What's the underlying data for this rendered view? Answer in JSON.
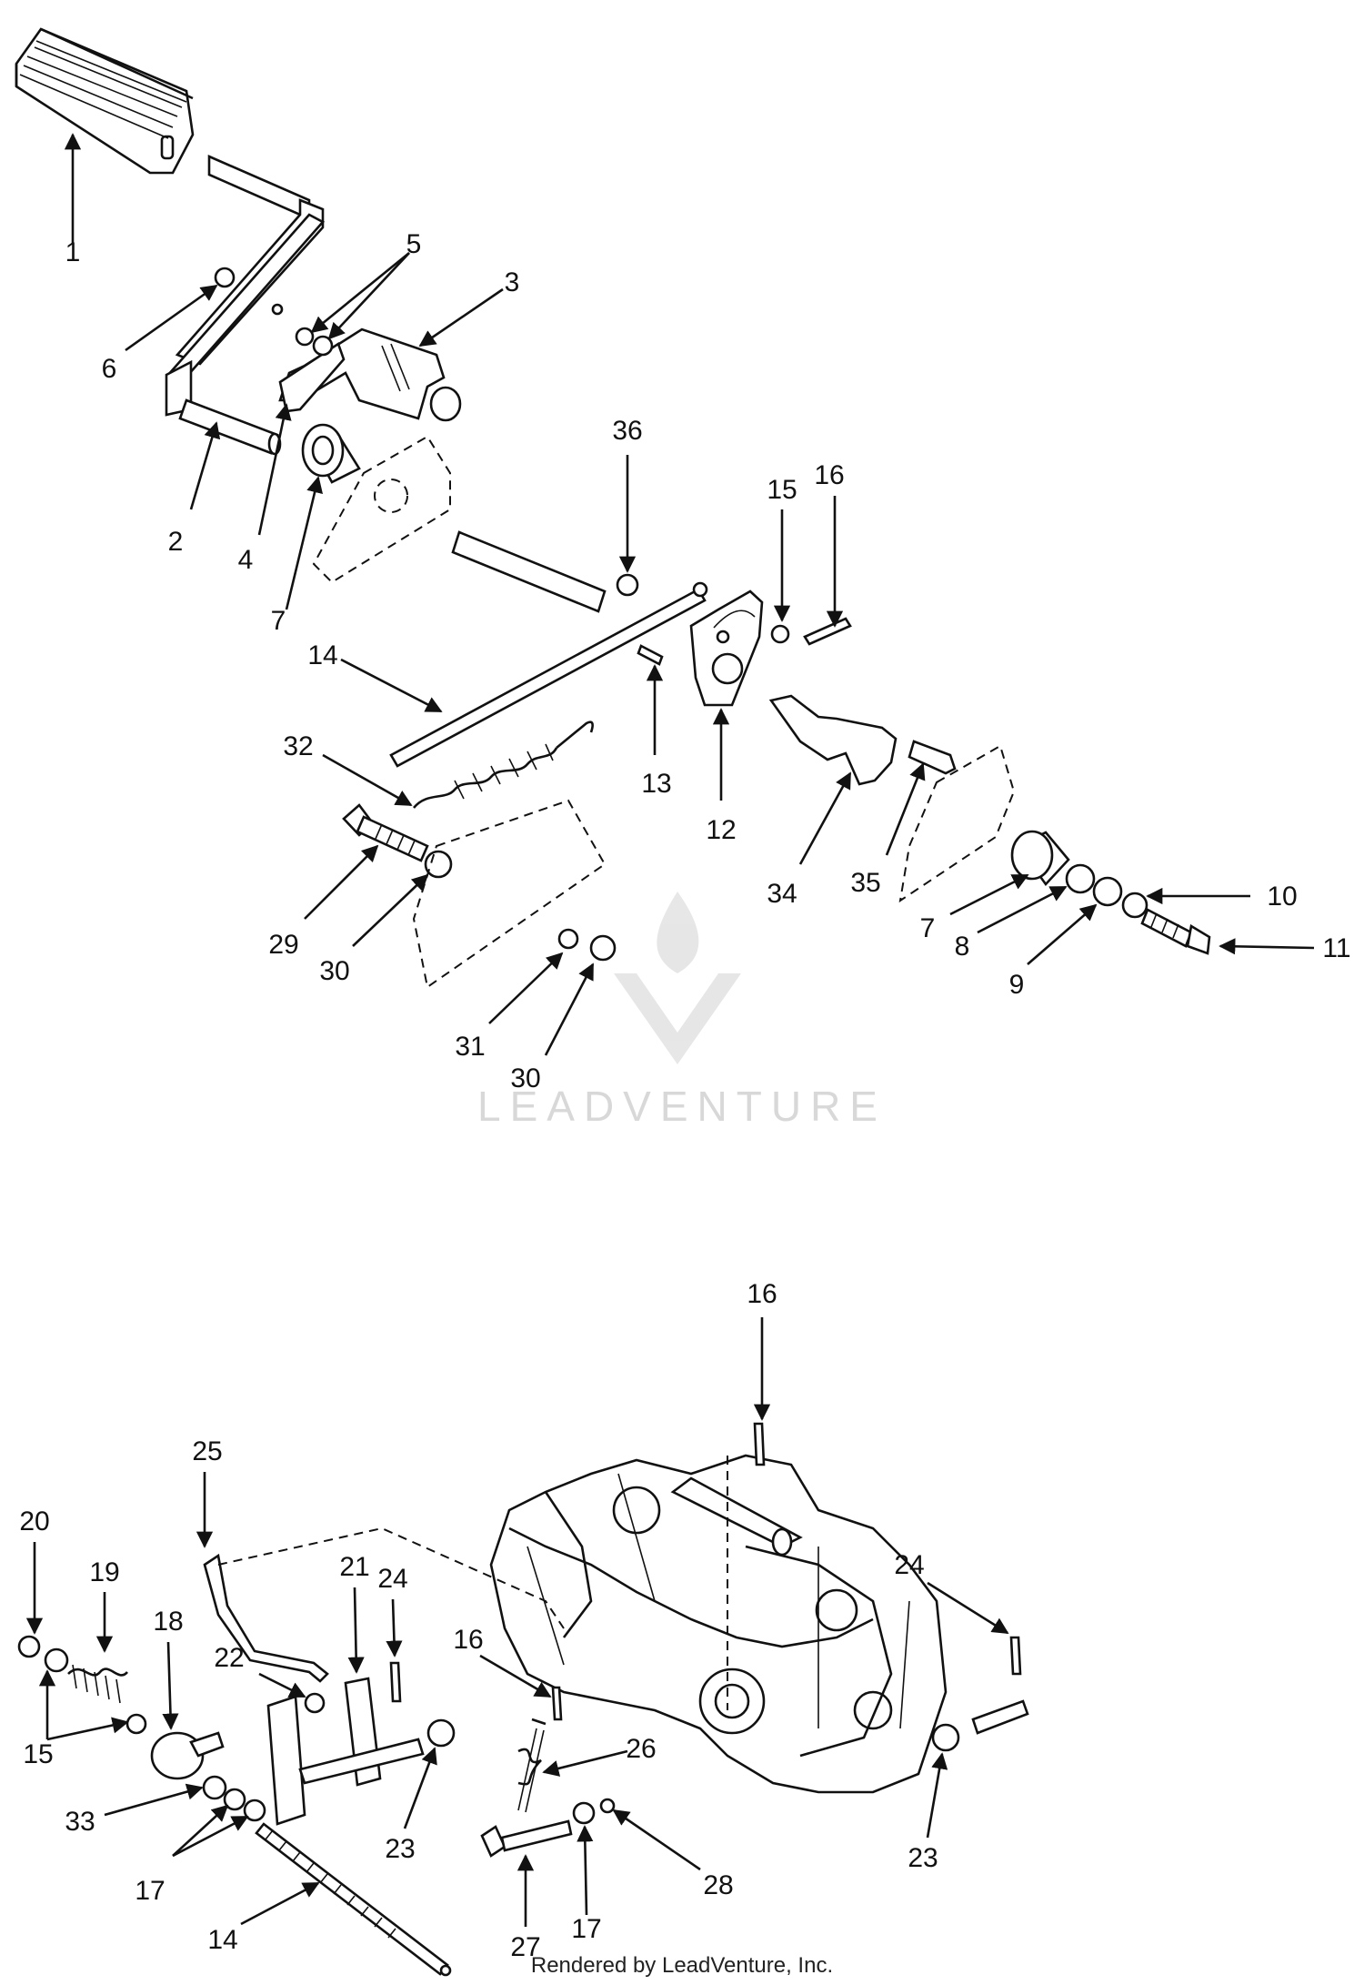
{
  "upper_callouts": [
    "1",
    "2",
    "3",
    "4",
    "5",
    "6",
    "7",
    "36",
    "15",
    "16",
    "14",
    "13",
    "12",
    "32",
    "34",
    "35",
    "29",
    "30",
    "7",
    "8",
    "9",
    "10",
    "11",
    "31",
    "30"
  ],
  "lower_callouts": [
    "16",
    "25",
    "20",
    "19",
    "18",
    "21",
    "24",
    "22",
    "16",
    "24",
    "15",
    "33",
    "17",
    "23",
    "26",
    "23",
    "28",
    "14",
    "27",
    "17"
  ],
  "watermark": "LEADVENTURE",
  "footer": "Rendered by LeadVenture, Inc."
}
